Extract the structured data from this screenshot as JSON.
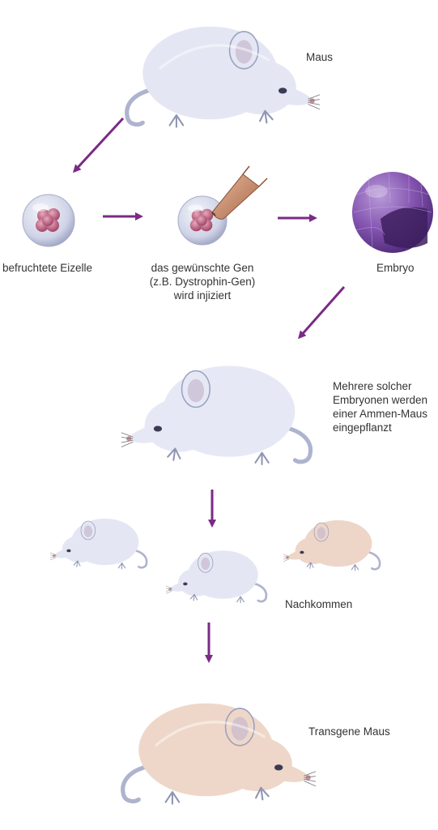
{
  "labels": {
    "mouse": "Maus",
    "fertilized_egg": "befruchtete Eizelle",
    "injection_line1": "das gewünschte Gen",
    "injection_line2": "(z.B. Dystrophin-Gen)",
    "injection_line3": "wird injiziert",
    "embryo": "Embryo",
    "surrogate_line1": "Mehrere solcher",
    "surrogate_line2": "Embryonen werden",
    "surrogate_line3": "einer Ammen-Maus",
    "surrogate_line4": "eingepflanzt",
    "offspring": "Nachkommen",
    "transgenic": "Transgene Maus"
  },
  "colors": {
    "arrow": "#7b2a86",
    "white_mouse_fur": "#e6e9f4",
    "white_mouse_shade": "#b9bfd9",
    "transgenic_fur": "#efd9cc",
    "transgenic_shade": "#c9a08a",
    "egg_cells": "#b85a78",
    "embryo": "#8a55b0"
  },
  "icons": [
    "white-mouse-icon",
    "egg-icon",
    "micropipette-icon",
    "embryo-icon",
    "brown-mouse-icon"
  ]
}
